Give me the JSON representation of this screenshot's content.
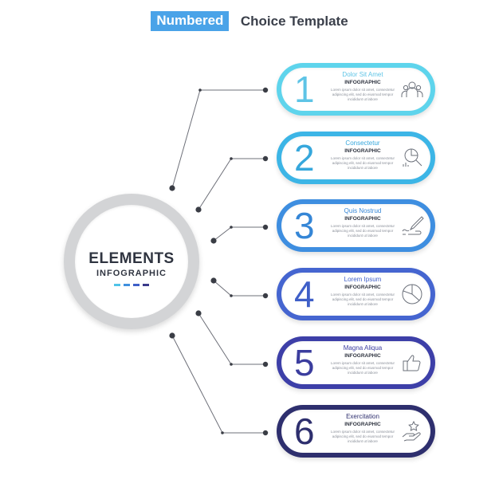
{
  "header": {
    "highlight": "Numbered",
    "rest": "Choice Template"
  },
  "hub": {
    "title": "ELEMENTS",
    "subtitle": "INFOGRAPHIC",
    "dash_colors": [
      "#4fc3e8",
      "#3f8fde",
      "#3e5fc8",
      "#3a3a8a"
    ]
  },
  "items": [
    {
      "number": "1",
      "title": "Dolor Sit Amet",
      "subtitle": "INFOGRAPHIC",
      "body": "Lorem ipsum dolor sit amet, consectetur adipiscing elit, sed do eiusmod tempor incididunt ut labore",
      "icon": "team-icon",
      "color": "#5ed4ec",
      "text_color": "#5ec4e6"
    },
    {
      "number": "2",
      "title": "Consectetur",
      "subtitle": "INFOGRAPHIC",
      "body": "Lorem ipsum dolor sit amet, consectetur adipiscing elit, sed do eiusmod tempor incididunt ut labore",
      "icon": "chart-magnifier-icon",
      "color": "#3cb5e6",
      "text_color": "#36a7dc"
    },
    {
      "number": "3",
      "title": "Quis Nostrud",
      "subtitle": "INFOGRAPHIC",
      "body": "Lorem ipsum dolor sit amet, consectetur adipiscing elit, sed do eiusmod tempor incididunt ut labore",
      "icon": "signature-icon",
      "color": "#3e8ee0",
      "text_color": "#3586d6"
    },
    {
      "number": "4",
      "title": "Lorem Ipsum",
      "subtitle": "INFOGRAPHIC",
      "body": "Lorem ipsum dolor sit amet, consectetur adipiscing elit, sed do eiusmod tempor incididunt ut labore",
      "icon": "pie-chart-icon",
      "color": "#4565d0",
      "text_color": "#3f5fc8"
    },
    {
      "number": "5",
      "title": "Magna Aliqua",
      "subtitle": "INFOGRAPHIC",
      "body": "Lorem ipsum dolor sit amet, consectetur adipiscing elit, sed do eiusmod tempor incididunt ut labore",
      "icon": "thumbs-up-icon",
      "color": "#3d3fa8",
      "text_color": "#3b3d9e"
    },
    {
      "number": "6",
      "title": "Exercitation",
      "subtitle": "INFOGRAPHIC",
      "body": "Lorem ipsum dolor sit amet, consectetur adipiscing elit, sed do eiusmod tempor incididunt ut labore",
      "icon": "hand-star-icon",
      "color": "#2e2f6e",
      "text_color": "#2e2f6e"
    }
  ]
}
